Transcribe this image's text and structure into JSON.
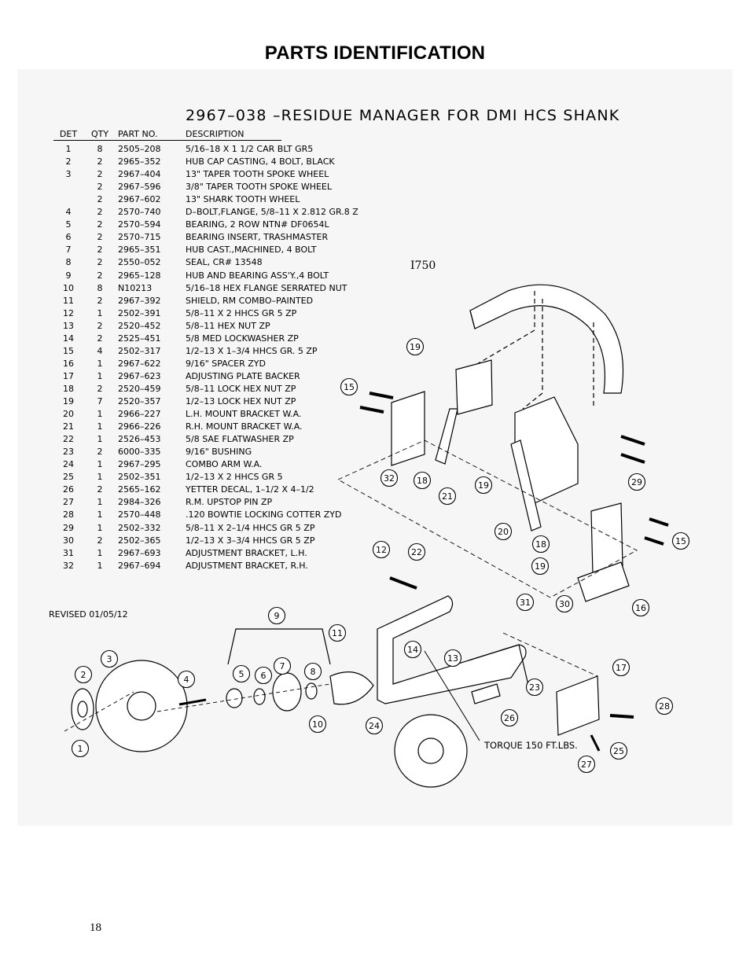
{
  "page": {
    "title": "PARTS IDENTIFICATION",
    "page_number": "18"
  },
  "drawing": {
    "title": "2967–038 –RESIDUE MANAGER FOR DMI HCS SHANK",
    "model_label": "I750",
    "revised": "REVISED 01/05/12",
    "torque_note": "TORQUE 150 FT.LBS."
  },
  "parts_table": {
    "headers": {
      "det": "DET",
      "qty": "QTY",
      "part": "PART NO.",
      "desc": "DESCRIPTION"
    },
    "rows": [
      {
        "det": "1",
        "qty": "8",
        "part": "2505–208",
        "desc": "5/16–18 X 1 1/2 CAR BLT GR5"
      },
      {
        "det": "2",
        "qty": "2",
        "part": "2965–352",
        "desc": "HUB CAP CASTING, 4 BOLT, BLACK"
      },
      {
        "det": "3",
        "qty": "2",
        "part": "2967–404",
        "desc": "13\" TAPER TOOTH SPOKE WHEEL"
      },
      {
        "det": "",
        "qty": "2",
        "part": "2967–596",
        "desc": "3/8\" TAPER TOOTH SPOKE WHEEL"
      },
      {
        "det": "",
        "qty": "2",
        "part": "2967–602",
        "desc": "13\" SHARK TOOTH WHEEL"
      },
      {
        "det": "4",
        "qty": "2",
        "part": "2570–740",
        "desc": "D–BOLT,FLANGE, 5/8–11 X 2.812 GR.8 Z"
      },
      {
        "det": "5",
        "qty": "2",
        "part": "2570–594",
        "desc": "BEARING, 2 ROW NTN# DF0654L"
      },
      {
        "det": "6",
        "qty": "2",
        "part": "2570–715",
        "desc": "BEARING INSERT, TRASHMASTER"
      },
      {
        "det": "7",
        "qty": "2",
        "part": "2965–351",
        "desc": "HUB CAST.,MACHINED, 4 BOLT"
      },
      {
        "det": "8",
        "qty": "2",
        "part": "2550–052",
        "desc": "SEAL, CR# 13548"
      },
      {
        "det": "9",
        "qty": "2",
        "part": "2965–128",
        "desc": "HUB AND BEARING ASS'Y.,4 BOLT"
      },
      {
        "det": "10",
        "qty": "8",
        "part": "N10213",
        "desc": "5/16–18 HEX FLANGE SERRATED NUT"
      },
      {
        "det": "11",
        "qty": "2",
        "part": "2967–392",
        "desc": "SHIELD, RM COMBO–PAINTED"
      },
      {
        "det": "12",
        "qty": "1",
        "part": "2502–391",
        "desc": "5/8–11 X 2 HHCS GR 5 ZP"
      },
      {
        "det": "13",
        "qty": "2",
        "part": "2520–452",
        "desc": "5/8–11 HEX NUT ZP"
      },
      {
        "det": "14",
        "qty": "2",
        "part": "2525–451",
        "desc": "5/8 MED LOCKWASHER ZP"
      },
      {
        "det": "15",
        "qty": "4",
        "part": "2502–317",
        "desc": "1/2–13 X 1–3/4 HHCS GR. 5 ZP"
      },
      {
        "det": "16",
        "qty": "1",
        "part": "2967–622",
        "desc": "9/16\" SPACER ZYD"
      },
      {
        "det": "17",
        "qty": "1",
        "part": "2967–623",
        "desc": "ADJUSTING PLATE BACKER"
      },
      {
        "det": "18",
        "qty": "2",
        "part": "2520–459",
        "desc": "5/8–11 LOCK HEX NUT ZP"
      },
      {
        "det": "19",
        "qty": "7",
        "part": "2520–357",
        "desc": "1/2–13 LOCK HEX NUT ZP"
      },
      {
        "det": "20",
        "qty": "1",
        "part": "2966–227",
        "desc": "L.H. MOUNT BRACKET W.A."
      },
      {
        "det": "21",
        "qty": "1",
        "part": "2966–226",
        "desc": "R.H. MOUNT BRACKET W.A."
      },
      {
        "det": "22",
        "qty": "1",
        "part": "2526–453",
        "desc": "5/8 SAE FLATWASHER ZP"
      },
      {
        "det": "23",
        "qty": "2",
        "part": "6000–335",
        "desc": "9/16\" BUSHING"
      },
      {
        "det": "24",
        "qty": "1",
        "part": "2967–295",
        "desc": "COMBO ARM W.A."
      },
      {
        "det": "25",
        "qty": "1",
        "part": "2502–351",
        "desc": "1/2–13 X 2 HHCS GR 5"
      },
      {
        "det": "26",
        "qty": "2",
        "part": "2565–162",
        "desc": "YETTER DECAL, 1–1/2 X 4–1/2"
      },
      {
        "det": "27",
        "qty": "1",
        "part": "2984–326",
        "desc": "R.M. UPSTOP PIN ZP"
      },
      {
        "det": "28",
        "qty": "1",
        "part": "2570–448",
        "desc": ".120 BOWTIE LOCKING COTTER ZYD"
      },
      {
        "det": "29",
        "qty": "1",
        "part": "2502–332",
        "desc": "5/8–11 X 2–1/4 HHCS GR 5 ZP"
      },
      {
        "det": "30",
        "qty": "2",
        "part": "2502–365",
        "desc": "1/2–13 X 3–3/4 HHCS GR 5 ZP"
      },
      {
        "det": "31",
        "qty": "1",
        "part": "2967–693",
        "desc": "ADJUSTMENT BRACKET, L.H."
      },
      {
        "det": "32",
        "qty": "1",
        "part": "2967–694",
        "desc": "ADJUSTMENT BRACKET, R.H."
      }
    ]
  },
  "callouts": [
    "1",
    "2",
    "3",
    "4",
    "5",
    "6",
    "7",
    "8",
    "9",
    "10",
    "11",
    "12",
    "13",
    "14",
    "15",
    "15",
    "16",
    "17",
    "18",
    "18",
    "19",
    "19",
    "19",
    "20",
    "21",
    "22",
    "23",
    "24",
    "25",
    "26",
    "27",
    "28",
    "29",
    "30",
    "31",
    "32"
  ]
}
